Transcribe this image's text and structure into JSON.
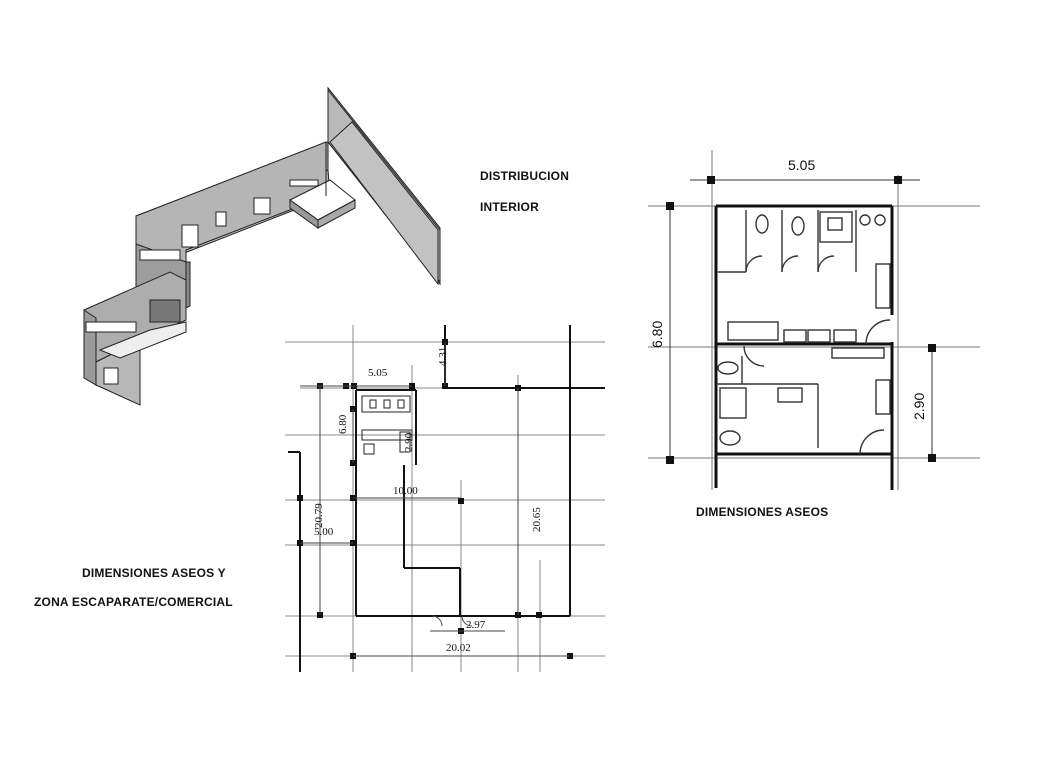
{
  "labels": {
    "distribution_line1": "DISTRIBUCION",
    "distribution_line2": "INTERIOR",
    "restrooms_dims": "DIMENSIONES ASEOS",
    "zone_line1": "DIMENSIONES ASEOS Y",
    "zone_line2": "ZONA ESCAPARATE/COMERCIAL"
  },
  "plan_dimensions": {
    "width_top": "5.05",
    "offset_top": "4.31",
    "restroom_depth": "6.80",
    "restroom_lower": "2.90",
    "left_depth": "20.79",
    "mid_width": "10.00",
    "right_depth": "20.65",
    "left_offset": "5.00",
    "door_width": "2.97",
    "total_width": "20.02"
  },
  "detail_dimensions": {
    "width": "5.05",
    "height": "6.80",
    "lower_height": "2.90"
  }
}
